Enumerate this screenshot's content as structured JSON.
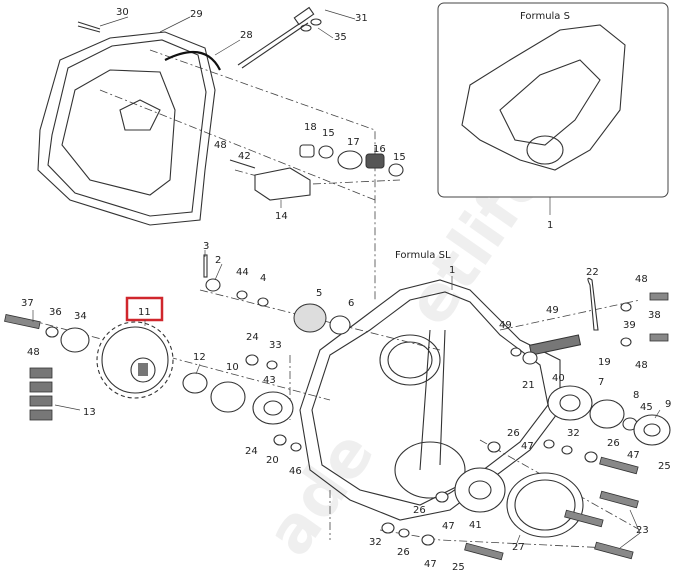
{
  "diagram": {
    "inset_title": "Formula S",
    "main_title": "Formula SL",
    "highlighted_part": "11",
    "highlight_color": "#d0262c",
    "watermark": "ade...etlife.ru",
    "labels": [
      "30",
      "29",
      "28",
      "31",
      "35",
      "18",
      "15",
      "17",
      "16",
      "15",
      "48",
      "42",
      "14",
      "1",
      "3",
      "2",
      "44",
      "4",
      "5",
      "6",
      "1",
      "37",
      "36",
      "34",
      "11",
      "48",
      "13",
      "12",
      "10",
      "24",
      "33",
      "43",
      "24",
      "20",
      "46",
      "22",
      "48",
      "49",
      "49",
      "38",
      "39",
      "19",
      "40",
      "21",
      "7",
      "8",
      "45",
      "9",
      "26",
      "47",
      "32",
      "26",
      "47",
      "25",
      "26",
      "47",
      "41",
      "27",
      "23",
      "32",
      "26",
      "47",
      "25",
      "48"
    ]
  }
}
